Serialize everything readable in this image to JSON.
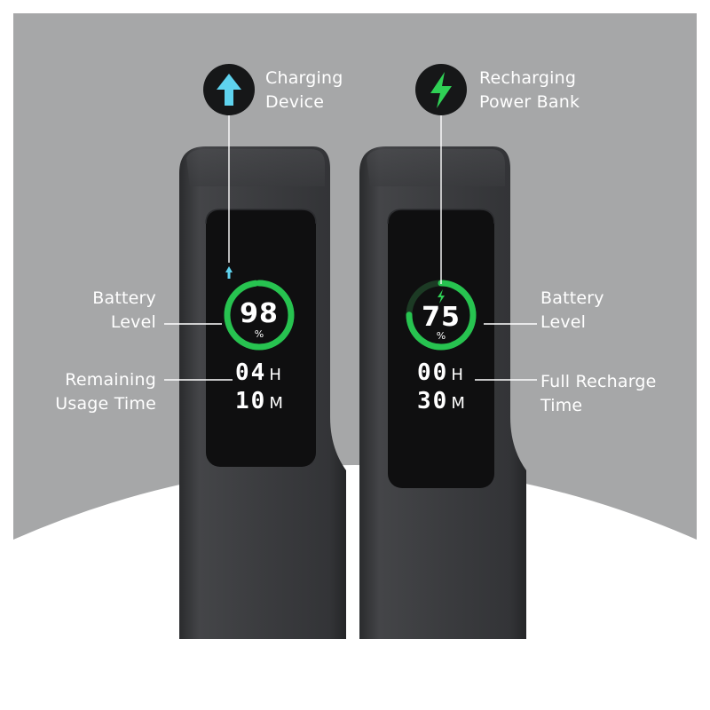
{
  "colors": {
    "background_gray": "#a6a7a8",
    "device_body": "#3a3b3d",
    "screen": "#0f0f10",
    "ring_green": "#27c350",
    "charging_icon_cyan": "#5fd3ee",
    "recharging_icon_green": "#2fd055",
    "label_text": "#ffffff"
  },
  "left_device": {
    "top_label": {
      "line1": "Charging",
      "line2": "Device"
    },
    "top_icon": "up-arrow-icon",
    "battery_label": {
      "line1": "Battery",
      "line2": "Level"
    },
    "time_label": {
      "line1": "Remaining",
      "line2": "Usage Time"
    },
    "battery_percent": "98",
    "percent_sign": "%",
    "battery_level_fraction": 0.98,
    "hours": "04",
    "hours_unit": "H",
    "minutes": "10",
    "minutes_unit": "M"
  },
  "right_device": {
    "top_label": {
      "line1": "Recharging",
      "line2": "Power Bank"
    },
    "top_icon": "lightning-bolt-icon",
    "battery_label": {
      "line1": "Battery",
      "line2": "Level"
    },
    "time_label": {
      "line1": "Full Recharge",
      "line2": "Time"
    },
    "battery_percent": "75",
    "percent_sign": "%",
    "battery_level_fraction": 0.75,
    "hours": "00",
    "hours_unit": "H",
    "minutes": "30",
    "minutes_unit": "M"
  }
}
